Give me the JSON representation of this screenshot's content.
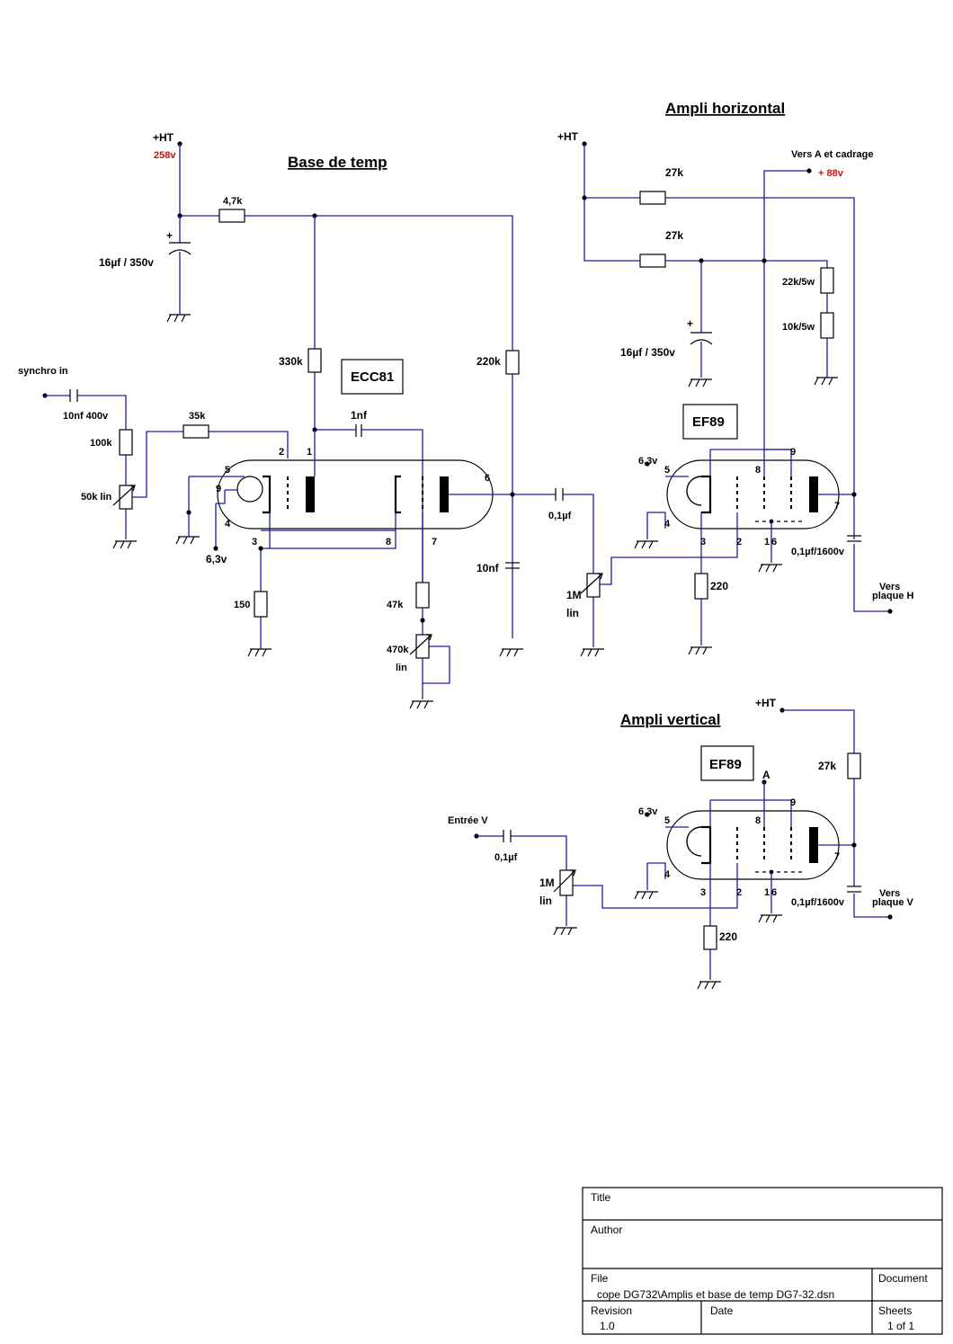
{
  "titles": {
    "base_de_temp": "Base de temp",
    "ampli_horizontal": "Ampli horizontal",
    "ampli_vertical": "Ampli vertical"
  },
  "tubes": {
    "ecc81": "ECC81",
    "ef89_h": "EF89",
    "ef89_v": "EF89"
  },
  "base": {
    "ht": "+HT",
    "ht_voltage": "258v",
    "r_4k7": "4,7k",
    "cap_16uf": "16µf / 350v",
    "r_330k": "330k",
    "r_220k": "220k",
    "synchro_in": "synchro in",
    "cap_10nf400": "10nf 400v",
    "r_100k": "100k",
    "pot_50k": "50k lin",
    "r_35k": "35k",
    "cap_1nf": "1nf",
    "fil_6v3": "6,3v",
    "r_150": "150",
    "r_47k": "47k",
    "pot_470k": "470k",
    "pot_470k_lin": "lin",
    "cap_10nf": "10nf",
    "cap_01uf": "0,1µf",
    "pin_5": "5",
    "pin_9": "9",
    "pin_4": "4",
    "pin_2": "2",
    "pin_1": "1",
    "pin_3": "3",
    "pin_8": "8",
    "pin_7": "7",
    "pin_6": "6"
  },
  "horiz": {
    "ht": "+HT",
    "r_27k_a": "27k",
    "r_27k_b": "27k",
    "vers_a": "Vers A  et cadrage",
    "v88": "+ 88v",
    "r_22k": "22k/5w",
    "r_10k": "10k/5w",
    "cap_16uf": "16µf / 350v",
    "fil_6v3": "6,3v",
    "pot_1m": "1M",
    "pot_1m_lin": "lin",
    "r_220": "220",
    "cap_01uf1600": "0,1µf/1600v",
    "vers": "Vers",
    "plaque_h": "plaque H",
    "pin_5": "5",
    "pin_4": "4",
    "pin_9": "9",
    "pin_8": "8",
    "pin_3": "3",
    "pin_2": "2",
    "pin_1": "1",
    "pin_6": "6",
    "pin_7": "7"
  },
  "vert": {
    "ht": "+HT",
    "r_27k": "27k",
    "a_label": "A",
    "entree_v": "Entrée V",
    "cap_01uf": "0,1µf",
    "fil_6v3": "6,3v",
    "pot_1m": "1M",
    "pot_1m_lin": "lin",
    "r_220": "220",
    "cap_01uf1600": "0,1µf/1600v",
    "vers": "Vers",
    "plaque_v": "plaque V",
    "pin_5": "5",
    "pin_4": "4",
    "pin_9": "9",
    "pin_8": "8",
    "pin_3": "3",
    "pin_2": "2",
    "pin_1": "1",
    "pin_6": "6",
    "pin_7": "7"
  },
  "title_block": {
    "title_label": "Title",
    "author_label": "Author",
    "file_label": "File",
    "file_value": "cope DG732\\Amplis et base de temp DG7-32.dsn",
    "document_label": "Document",
    "revision_label": "Revision",
    "revision_value": "1.0",
    "date_label": "Date",
    "sheets_label": "Sheets",
    "sheets_value": "1 of 1"
  }
}
